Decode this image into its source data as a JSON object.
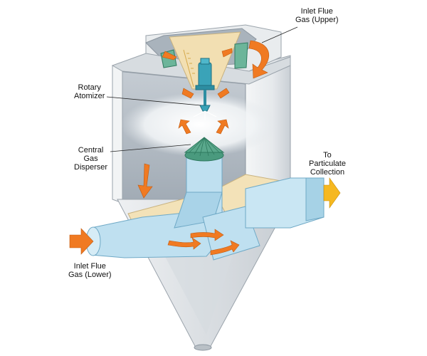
{
  "labels": {
    "inlet_upper": {
      "line1": "Inlet Flue",
      "line2": "Gas (Upper)"
    },
    "rotary_atomizer": {
      "line1": "Rotary",
      "line2": "Atomizer"
    },
    "central_disperser": {
      "line1": "Central",
      "line2": "Gas",
      "line3": "Disperser"
    },
    "particulate": {
      "line1": "To",
      "line2": "Particulate",
      "line3": "Collection"
    },
    "inlet_lower": {
      "line1": "Inlet Flue",
      "line2": "Gas (Lower)"
    }
  },
  "colors": {
    "shell": "#e4e7ea",
    "shell_shade": "#c8cdd2",
    "interior": "#b9c2ca",
    "duct": "#bfe0f0",
    "duct_dark": "#8ec3dc",
    "baffle": "#f3e2b8",
    "green": "#5aa88c",
    "motor": "#3aa3b8",
    "arrow_orange": "#f07a22",
    "arrow_yellow": "#f6b820"
  }
}
